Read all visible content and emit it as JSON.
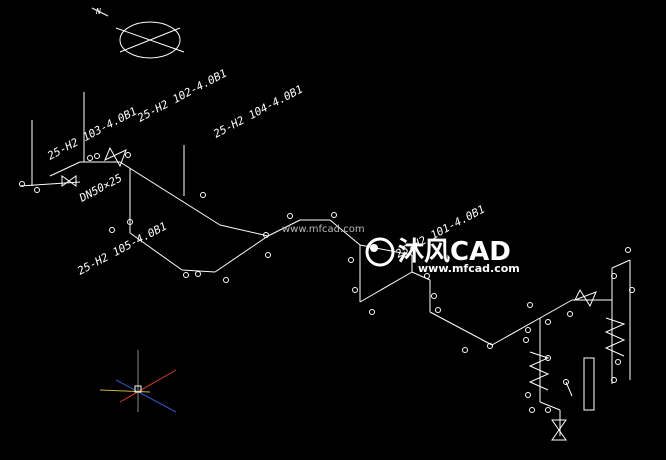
{
  "drawing": {
    "labels": {
      "line_103": "25-H2 103-4.0B1",
      "line_102": "25-H2 102-4.0B1",
      "line_104": "25-H2 104-4.0B1",
      "line_105": "25-H2 105-4.0B1",
      "line_101": "25-H2 101-4.0B1",
      "size_label": "DN50×25",
      "north_mark": "N"
    }
  },
  "watermark": {
    "brand": "沐风CAD",
    "url_main": "www.mfcad.com",
    "url_small": "www.mfcad.com"
  },
  "colors": {
    "background": "#000000",
    "linework": "#ffffff",
    "ucs_red": "#d0411d",
    "ucs_blue": "#3a55c8",
    "ucs_yellow": "#c8b23a"
  }
}
